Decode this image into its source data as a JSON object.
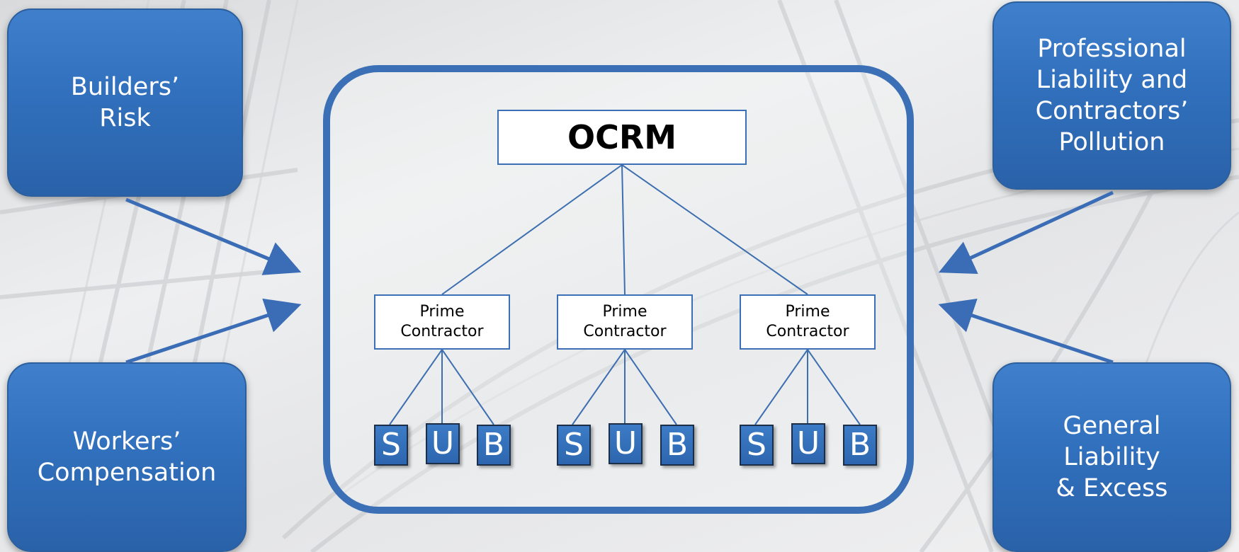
{
  "diagram": {
    "boxes": {
      "builders_risk": "Builders’\nRisk",
      "workers_comp": "Workers’\nCompensation",
      "professional": "Professional\nLiability and\nContractors’\nPollution",
      "general_liability": "General\nLiability\n& Excess"
    },
    "center": {
      "title": "OCRM",
      "primes": [
        {
          "label": "Prime\nContractor",
          "subs": [
            "S",
            "U",
            "B"
          ]
        },
        {
          "label": "Prime\nContractor",
          "subs": [
            "S",
            "U",
            "B"
          ]
        },
        {
          "label": "Prime\nContractor",
          "subs": [
            "S",
            "U",
            "B"
          ]
        }
      ]
    },
    "colors": {
      "box_fill": "#3572c0",
      "frame": "#3b6fb6",
      "arrow": "#3a6db5",
      "connector": "#3d6fb0"
    }
  }
}
